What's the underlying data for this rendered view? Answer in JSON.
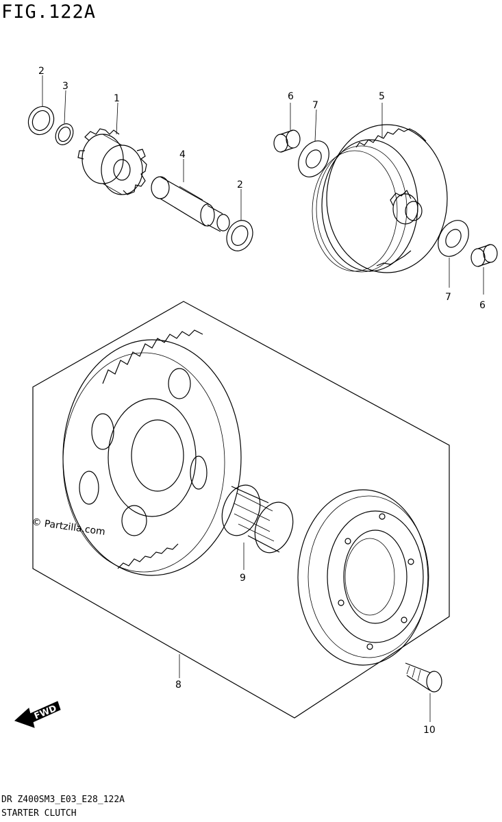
{
  "figure": {
    "title": "FIG.122A",
    "model_code": "DR Z400SM3_E03_E28_122A",
    "name": "STARTER CLUTCH"
  },
  "watermark": "© Partzilla.com",
  "fwd_label": "FWD",
  "callouts": [
    {
      "id": "c2a",
      "label": "2"
    },
    {
      "id": "c3",
      "label": "3"
    },
    {
      "id": "c1",
      "label": "1"
    },
    {
      "id": "c4",
      "label": "4"
    },
    {
      "id": "c2b",
      "label": "2"
    },
    {
      "id": "c6a",
      "label": "6"
    },
    {
      "id": "c7a",
      "label": "7"
    },
    {
      "id": "c5",
      "label": "5"
    },
    {
      "id": "c7b",
      "label": "7"
    },
    {
      "id": "c6b",
      "label": "6"
    },
    {
      "id": "c9",
      "label": "9"
    },
    {
      "id": "c8",
      "label": "8"
    },
    {
      "id": "c10",
      "label": "10"
    }
  ]
}
